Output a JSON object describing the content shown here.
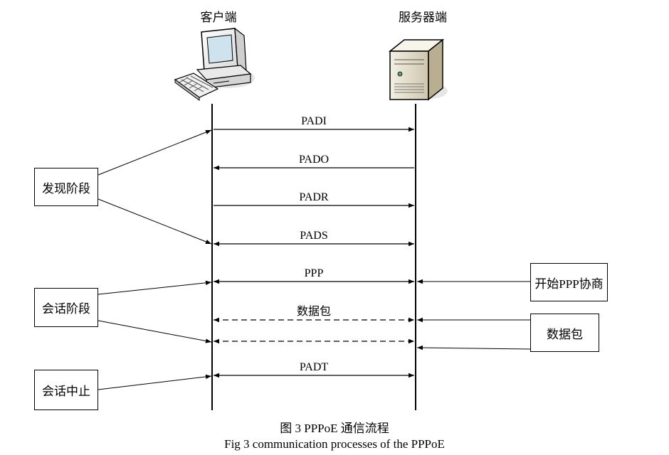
{
  "client": {
    "label": "客户端",
    "icon": "desktop-computer-icon"
  },
  "server": {
    "label": "服务器端",
    "icon": "server-tower-icon"
  },
  "messages": [
    "PADI",
    "PADO",
    "PADR",
    "PADS",
    "PPP",
    "数据包",
    "PADT"
  ],
  "phases": {
    "discovery": "发现阶段",
    "session": "会话阶段",
    "terminate": "会话中止"
  },
  "notes": {
    "ppp_negotiation": "开始PPP协商",
    "data_packet": "数据包"
  },
  "caption": {
    "zh": "图 3 PPPoE 通信流程",
    "en": "Fig 3 communication processes of the PPPoE"
  }
}
